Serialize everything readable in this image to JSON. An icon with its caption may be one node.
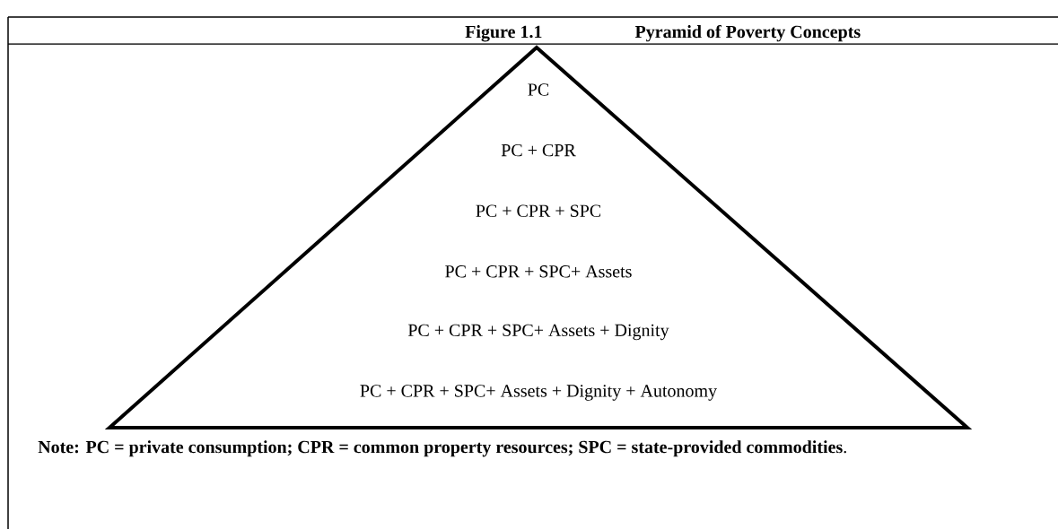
{
  "diagram": {
    "title": "Pyramid of Poverty Concepts",
    "nodes": [
      {
        "text": [
          "PC",
          "PC + CPR",
          "PC + CPR + SPC",
          "PC + CPR + SPC+ Assets",
          "PC + CPR + SPC+ Assets + Dignity",
          "PC + CPR + SPC+ Assets + Dignity + Autonomy"
        ]
      }
    ],
    "labels": [
      "Figure 1.1",
      "**Note: PC = private consumption; CPR = common property resources; SPC = state-provided commodities**."
    ]
  }
}
